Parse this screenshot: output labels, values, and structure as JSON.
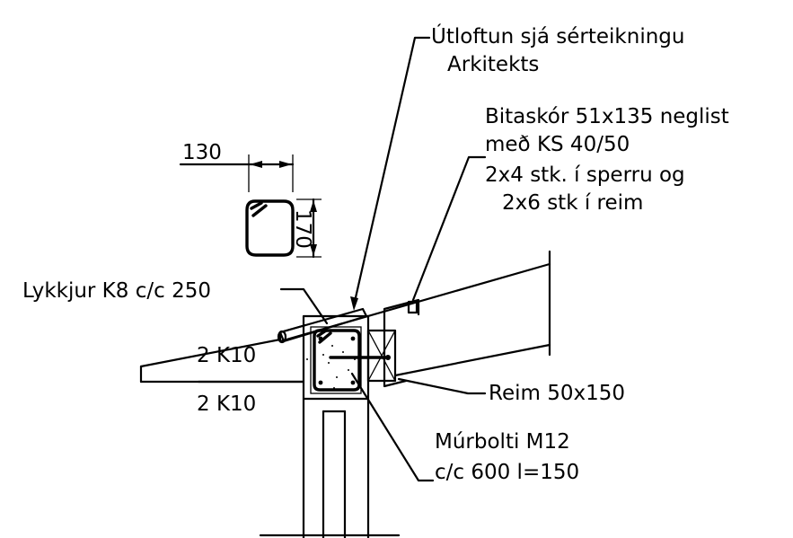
{
  "drawing": {
    "labels": {
      "utloftun_line1": "Útloftun sjá sérteikningu",
      "utloftun_line2": "Arkitekts",
      "bitaskor_line1": "Bitaskór 51x135 neglist",
      "bitaskor_line2": "með KS 40/50",
      "bitaskor_line3": "2x4 stk. í sperru og",
      "bitaskor_line4": "2x6 stk í reim",
      "lykkjur": "Lykkjur K8 c/c 250",
      "rebar_top": "2 K10",
      "rebar_bottom": "2 K10",
      "reim": "Reim 50x150",
      "murbolti_line1": "Múrbolti M12",
      "murbolti_line2": "c/c 600 l=150"
    },
    "dimensions": {
      "width": "130",
      "height": "170"
    },
    "colors": {
      "ink": "#000000",
      "paper": "#ffffff"
    }
  }
}
